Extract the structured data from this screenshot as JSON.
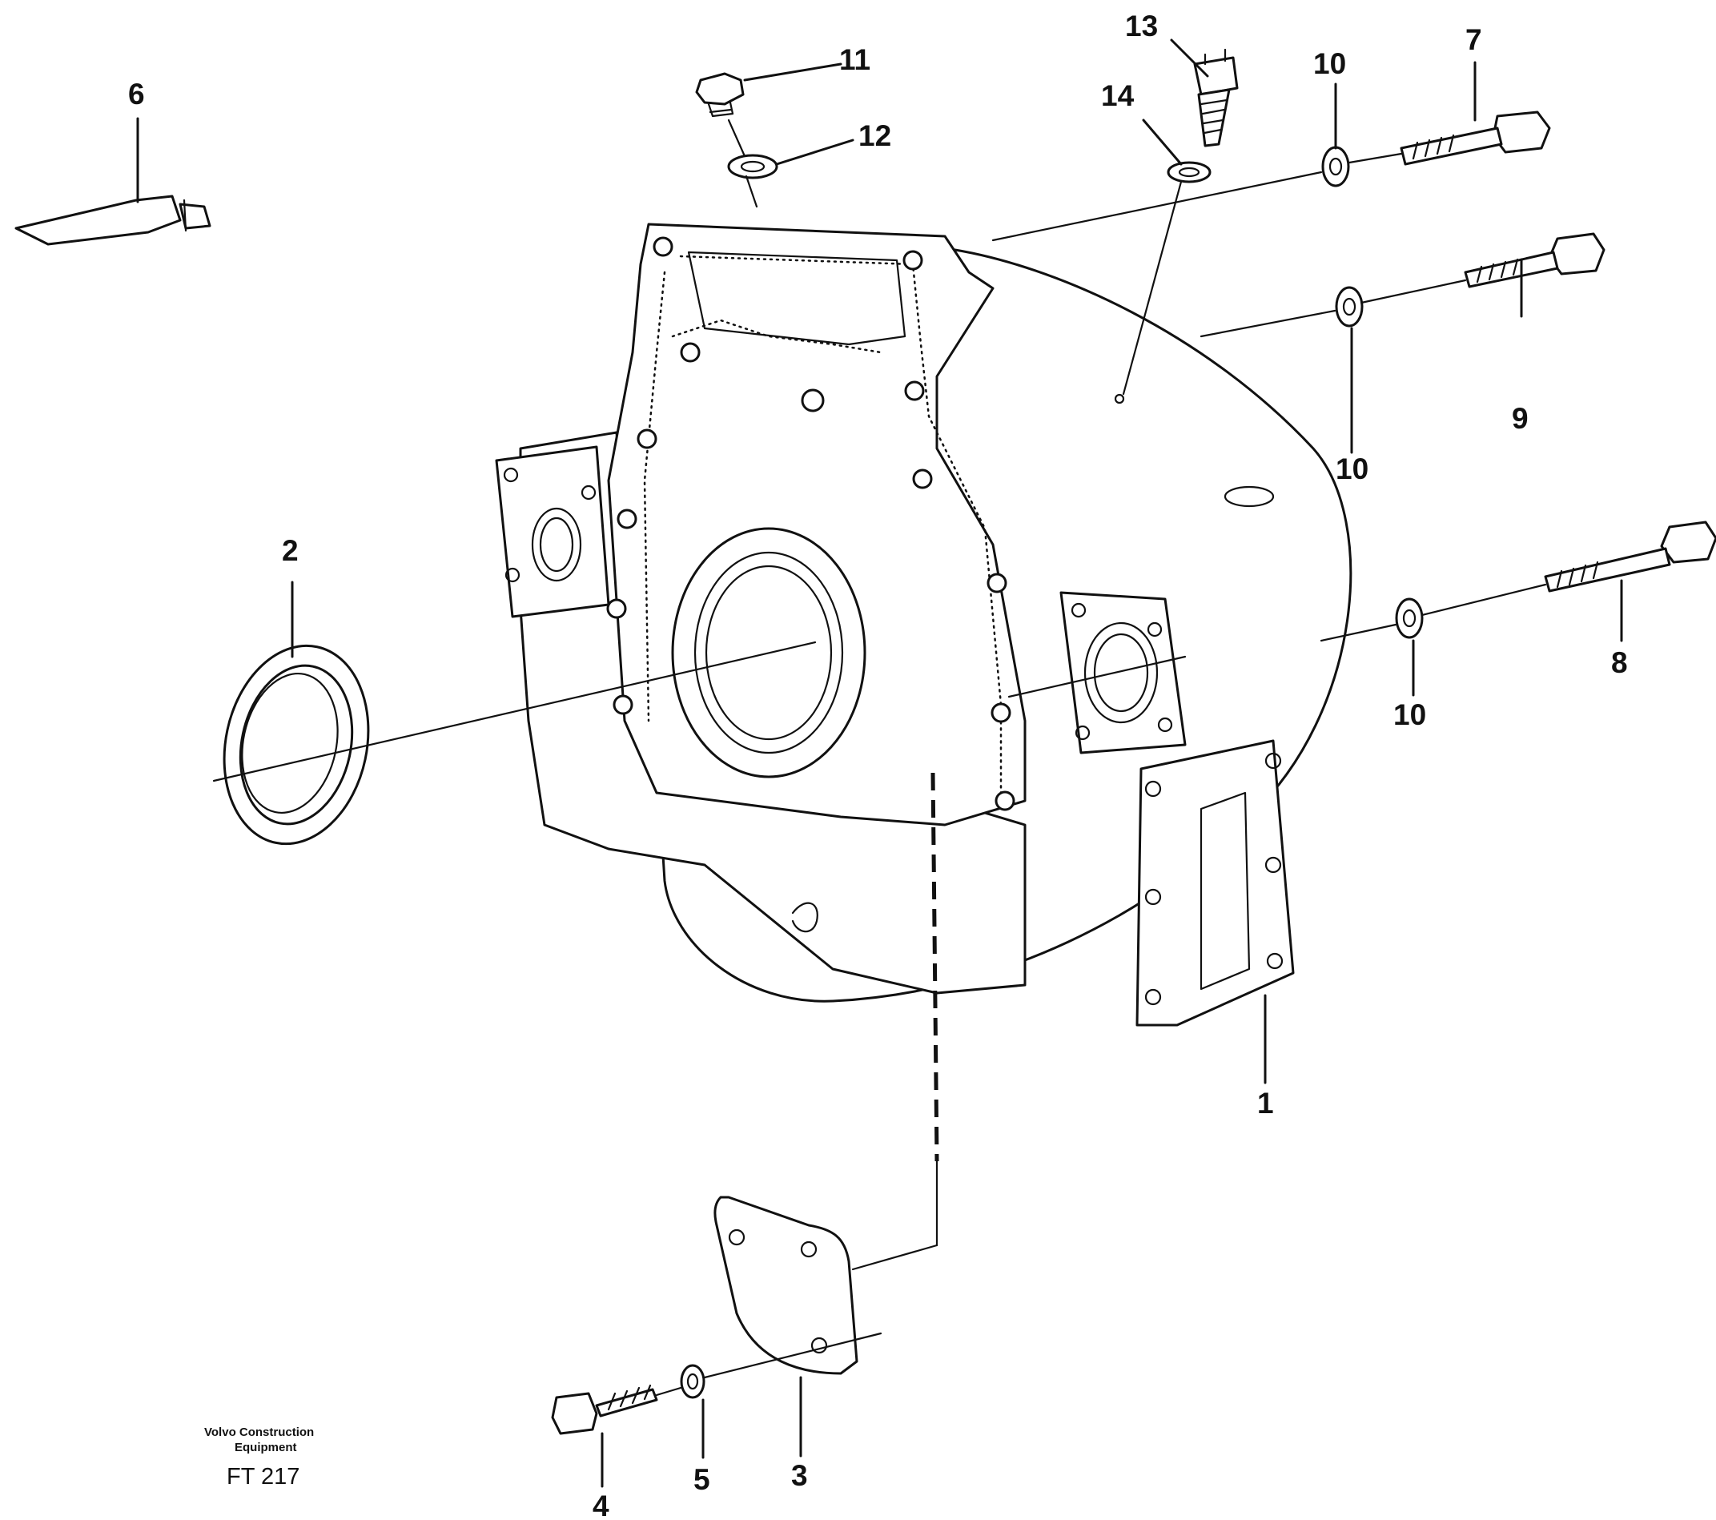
{
  "callouts": {
    "c1": "1",
    "c2": "2",
    "c3": "3",
    "c4": "4",
    "c5": "5",
    "c6": "6",
    "c7": "7",
    "c8": "8",
    "c9": "9",
    "c10": "10",
    "c11": "11",
    "c12": "12",
    "c13": "13",
    "c14": "14"
  },
  "credit": {
    "line1": "Volvo Construction",
    "line2": "Equipment",
    "code": "FT 217"
  }
}
